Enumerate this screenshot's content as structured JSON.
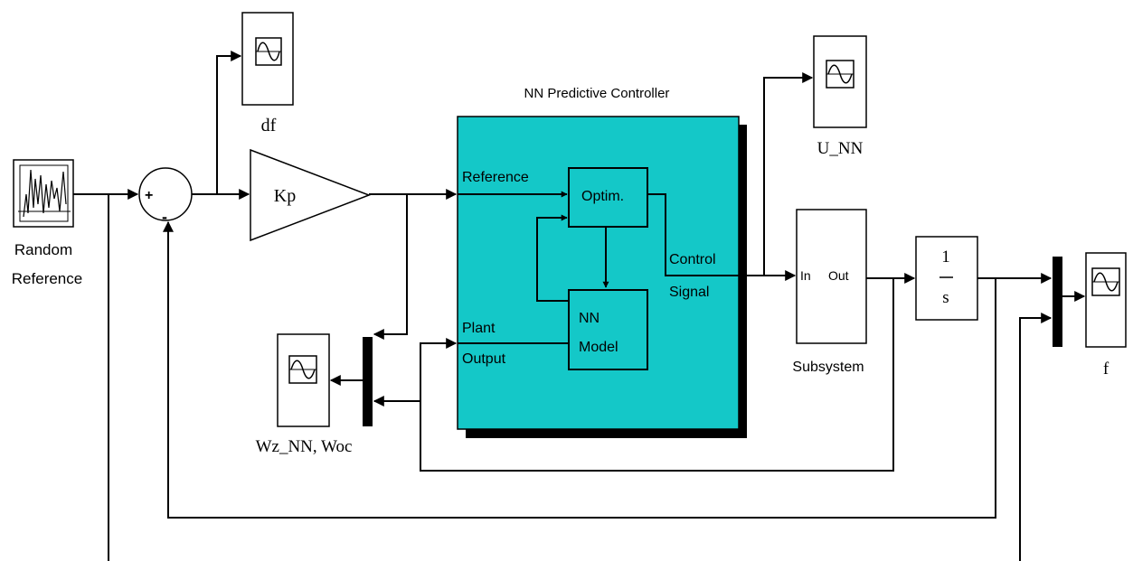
{
  "colors": {
    "controller_fill": "#14c8c8",
    "line": "#000000",
    "background": "#ffffff"
  },
  "blocks": {
    "random_reference": {
      "label_line1": "Random",
      "label_line2": "Reference",
      "icon": "random-signal-icon"
    },
    "sum": {
      "plus_sign": "+",
      "minus_sign": "-"
    },
    "df_scope": {
      "label": "df",
      "icon": "scope-sine-icon"
    },
    "kp_gain": {
      "label": "Kp"
    },
    "nn_controller": {
      "title": "NN Predictive Controller",
      "port_reference": "Reference",
      "port_plant_line1": "Plant",
      "port_plant_line2": "Output",
      "port_control_line1": "Control",
      "port_control_line2": "Signal",
      "optim_label": "Optim.",
      "model_line1": "NN",
      "model_line2": "Model"
    },
    "u_nn_scope": {
      "label": "U_NN",
      "icon": "scope-sine-icon"
    },
    "subsystem": {
      "label": "Subsystem",
      "port_in": "In",
      "port_out": "Out"
    },
    "integrator": {
      "numerator": "1",
      "denominator": "s"
    },
    "f_scope": {
      "label": "f",
      "icon": "scope-sine-icon"
    },
    "wz_scope": {
      "label": "Wz_NN, Woc",
      "icon": "scope-sine-icon"
    }
  }
}
